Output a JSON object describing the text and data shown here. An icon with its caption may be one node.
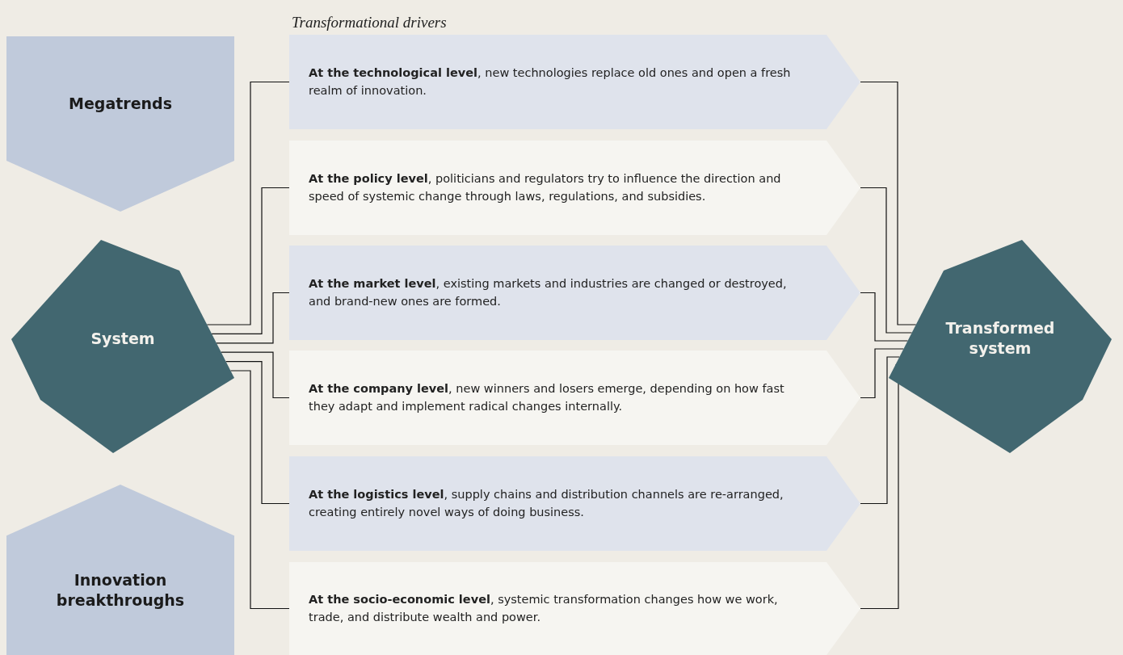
{
  "diagram": {
    "title": "Transformational drivers",
    "nodes": [
      {
        "text": [
          "Megatrends"
        ]
      },
      {
        "text": [
          "Innovation breakthroughs"
        ]
      },
      {
        "text": [
          "System"
        ]
      },
      {
        "text": [
          "**At the technological level**, new technologies replace old ones and open a fresh realm of innovation."
        ]
      },
      {
        "text": [
          "**At the policy level**, politicians and regulators try to influence the direction and speed of systemic change through laws, regulations, and subsidies."
        ]
      },
      {
        "text": [
          "**At the market level**, existing markets and industries are changed or destroyed, and brand-new ones are formed."
        ]
      },
      {
        "text": [
          "**At the company level**, new winners and losers emerge, depending on how fast they adapt and implement radical changes internally."
        ]
      },
      {
        "text": [
          "**At the logistics level**, supply chains and distribution channels are re-arranged, creating entirely novel ways of doing business."
        ]
      },
      {
        "text": [
          "**At the socio-economic level**, systemic transformation changes how we work, trade, and distribute wealth and power."
        ]
      },
      {
        "text": [
          "Transformed system"
        ]
      }
    ],
    "edges": [
      {
        "from": 2,
        "to": 3,
        "arrow": "none"
      },
      {
        "from": 2,
        "to": 4,
        "arrow": "none"
      },
      {
        "from": 2,
        "to": 5,
        "arrow": "none"
      },
      {
        "from": 2,
        "to": 6,
        "arrow": "none"
      },
      {
        "from": 2,
        "to": 7,
        "arrow": "none"
      },
      {
        "from": 2,
        "to": 8,
        "arrow": "none"
      },
      {
        "from": 3,
        "to": 9,
        "arrow": "none"
      },
      {
        "from": 4,
        "to": 9,
        "arrow": "none"
      },
      {
        "from": 5,
        "to": 9,
        "arrow": "none"
      },
      {
        "from": 6,
        "to": 9,
        "arrow": "none"
      },
      {
        "from": 7,
        "to": 9,
        "arrow": "none"
      },
      {
        "from": 8,
        "to": 9,
        "arrow": "none"
      }
    ]
  }
}
